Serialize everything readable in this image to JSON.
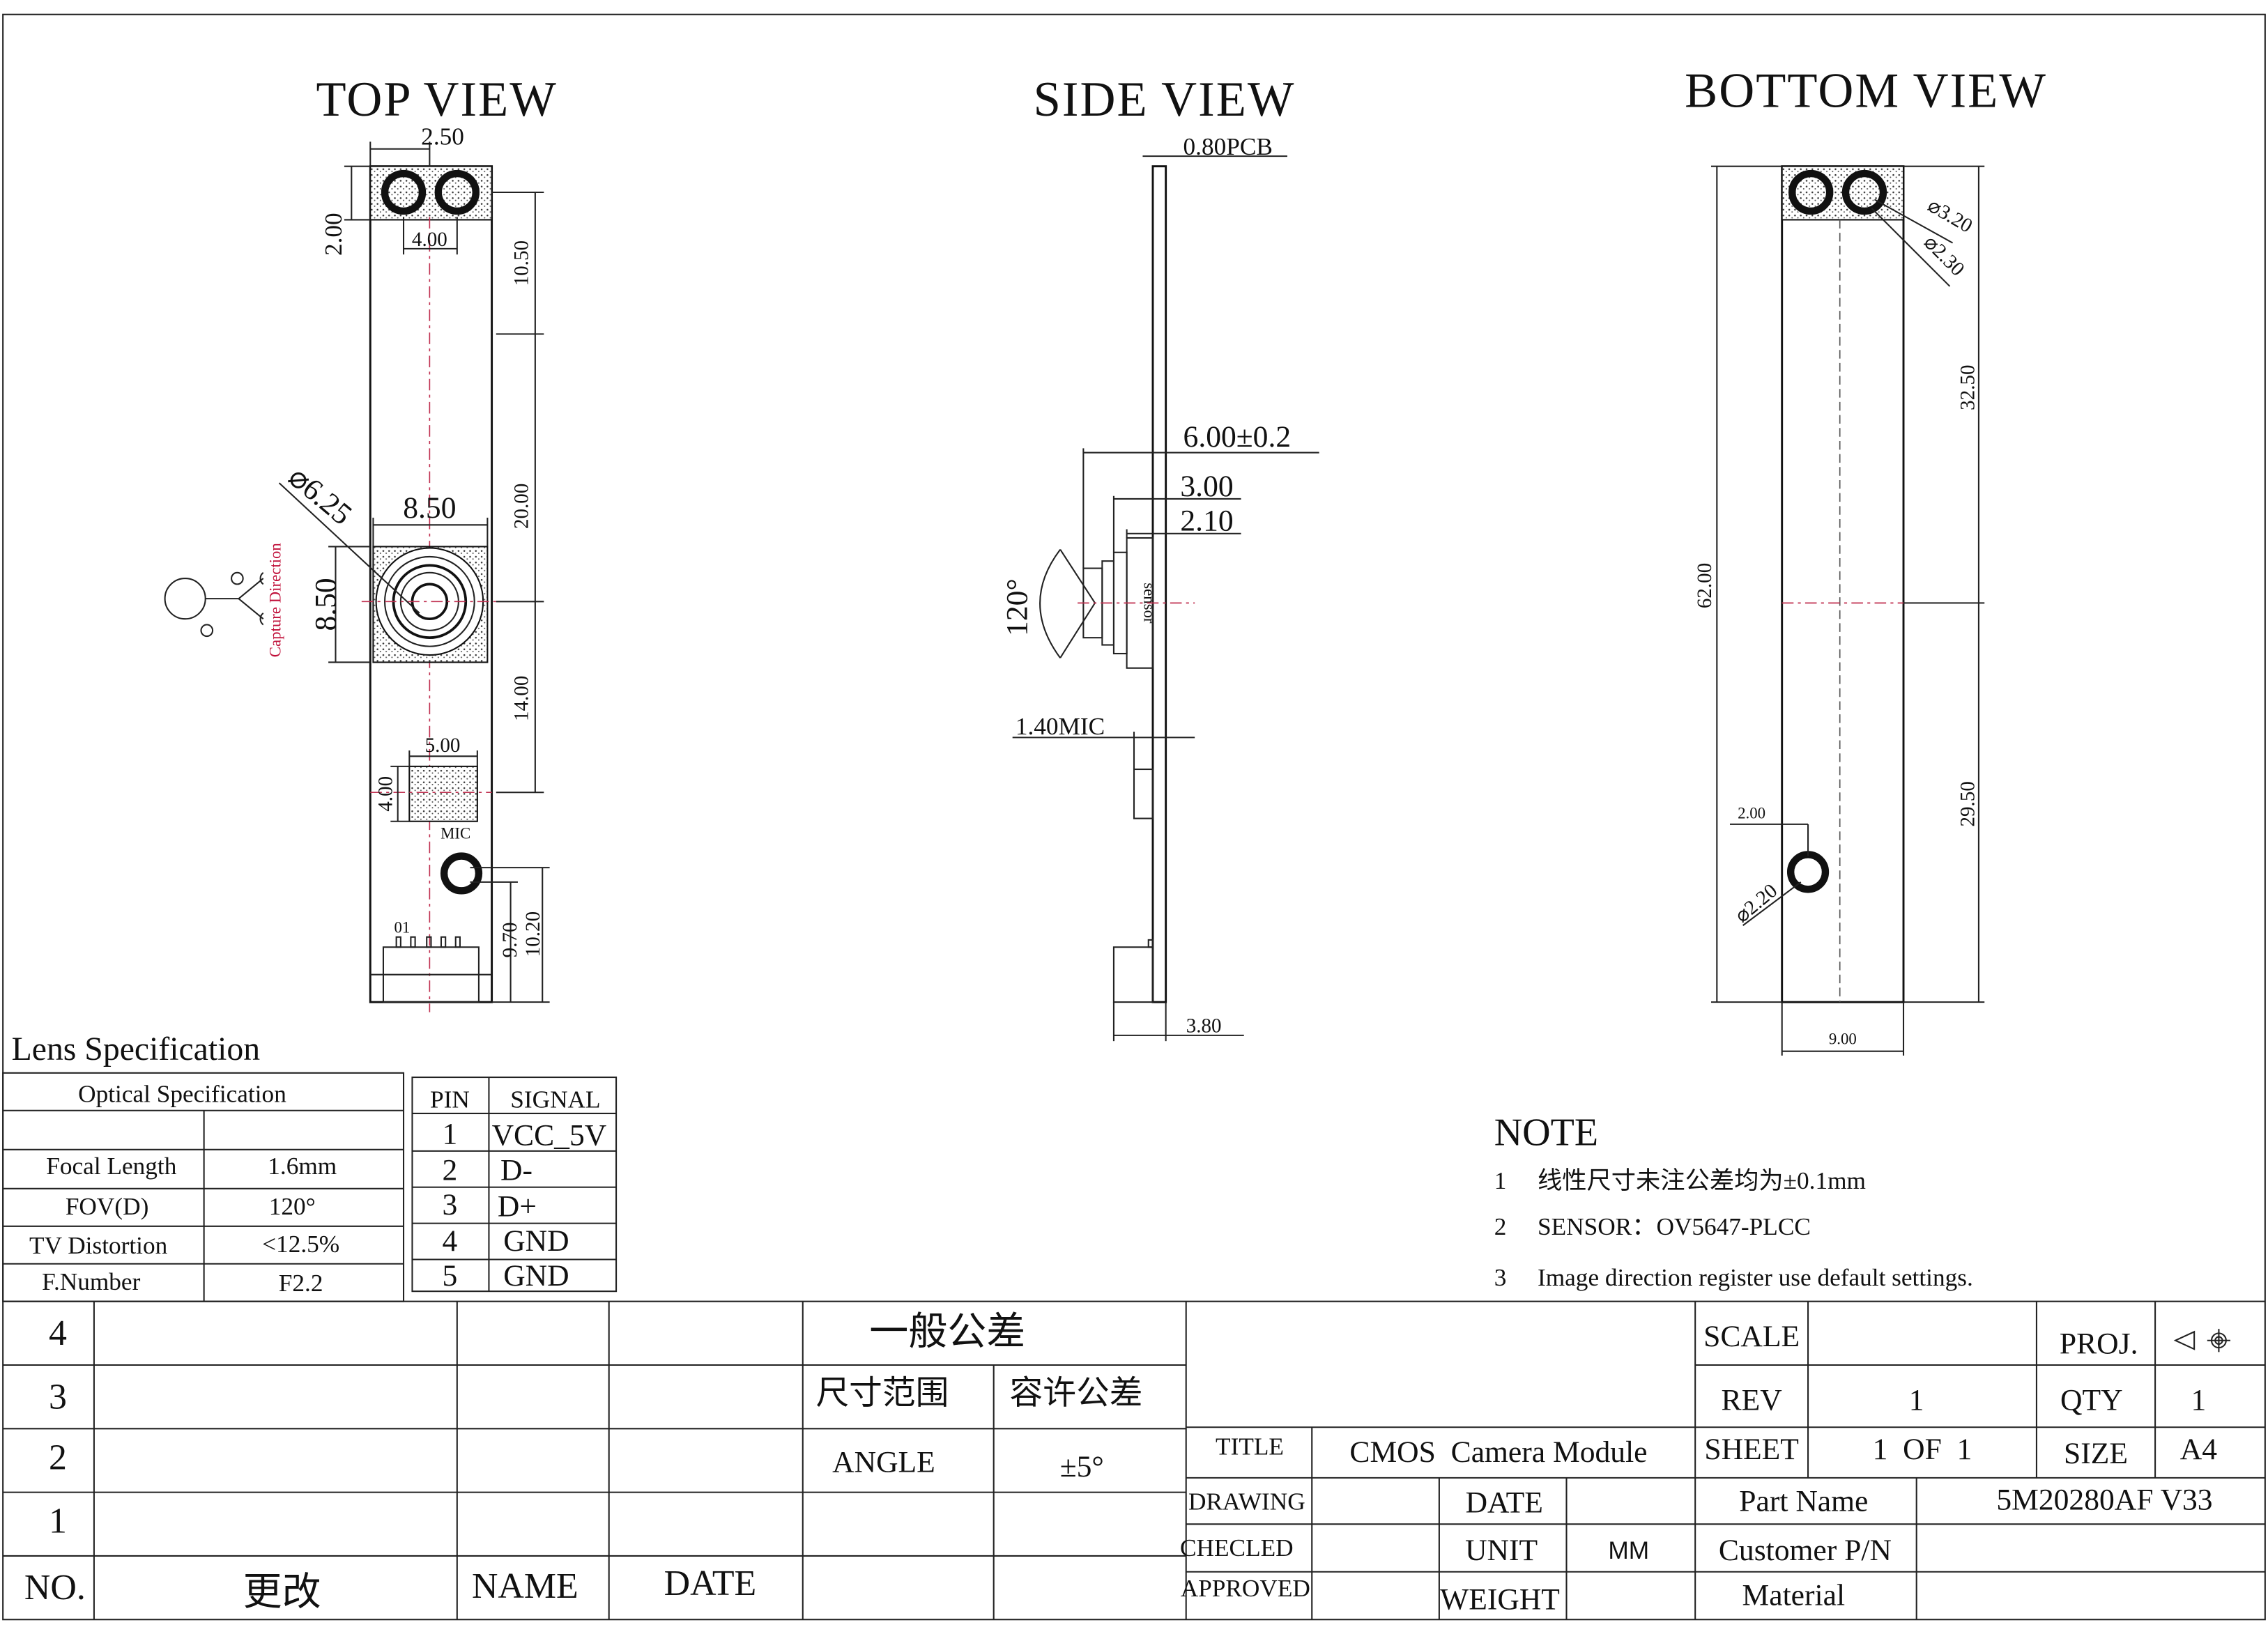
{
  "views": {
    "top": {
      "title": "TOP VIEW",
      "dims": {
        "hole_pitch": "2.50",
        "hole_height": "2.00",
        "hole_spacing": "4.00",
        "d_10_50": "10.50",
        "d_20_00": "20.00",
        "d_14_00": "14.00",
        "lens_w": "8.50",
        "lens_h": "8.50",
        "lens_dia": "⌀6.25",
        "mic_w": "5.00",
        "mic_h": "4.00",
        "d_9_70": "9.70",
        "d_10_20": "10.20"
      },
      "mic_label": "MIC",
      "pin1_label": "01",
      "capture_label": "Capture Direction"
    },
    "side": {
      "title": "SIDE VIEW",
      "dims": {
        "pcb": "0.80PCB",
        "lens_total": "6.00±0.2",
        "d_3_00": "3.00",
        "d_2_10": "2.10",
        "fov": "120°",
        "mic": "1.40MIC",
        "conn": "3.80"
      },
      "sensor_label": "sensor"
    },
    "bottom": {
      "title": "BOTTOM VIEW",
      "dims": {
        "hole_big": "⌀3.20",
        "hole_small": "⌀2.30",
        "d_32_50": "32.50",
        "d_62_00": "62.00",
        "d_29_50": "29.50",
        "d_2_00": "2.00",
        "hole_bottom": "⌀2.20",
        "width": "9.00"
      }
    }
  },
  "lens_spec": {
    "title": "Lens Specification",
    "header": "Optical Specification",
    "rows": [
      {
        "label": "Focal Length",
        "value": "1.6mm"
      },
      {
        "label": "FOV(D)",
        "value": "120°"
      },
      {
        "label": "TV Distortion",
        "value": "<12.5%"
      },
      {
        "label": "F.Number",
        "value": "F2.2"
      }
    ]
  },
  "pin_table": {
    "headers": [
      "PIN",
      "SIGNAL"
    ],
    "rows": [
      {
        "pin": "1",
        "signal": "VCC_5V"
      },
      {
        "pin": "2",
        "signal": "D-"
      },
      {
        "pin": "3",
        "signal": "D+"
      },
      {
        "pin": "4",
        "signal": "GND"
      },
      {
        "pin": "5",
        "signal": "GND"
      }
    ]
  },
  "notes": {
    "title": "NOTE",
    "items": [
      {
        "num": "1",
        "text": "线性尺寸未注公差均为±0.1mm"
      },
      {
        "num": "2",
        "text": "SENSOR：OV5647-PLCC"
      },
      {
        "num": "3",
        "text": "Image direction register use default settings."
      }
    ]
  },
  "revision_table": {
    "rows": [
      "4",
      "3",
      "2",
      "1"
    ],
    "footer": {
      "no": "NO.",
      "change": "更改",
      "name": "NAME",
      "date": "DATE"
    },
    "tolerance": {
      "title": "一般公差",
      "range": "尺寸范围",
      "allowed": "容许公差",
      "angle": "ANGLE",
      "angle_tol": "±5°"
    }
  },
  "title_block": {
    "scale_label": "SCALE",
    "scale_value": "",
    "proj_label": "PROJ.",
    "rev_label": "REV",
    "rev_value": "1",
    "qty_label": "QTY",
    "qty_value": "1",
    "title_label": "TITLE",
    "title_value": "CMOS  Camera Module",
    "sheet_label": "SHEET",
    "sheet_value": "1  OF  1",
    "size_label": "SIZE",
    "size_value": "A4",
    "drawing_label": "DRAWING",
    "date_label": "DATE",
    "part_name_label": "Part Name",
    "part_name_value": "5M20280AF V33",
    "checked_label": "CHECLED",
    "unit_label": "UNIT",
    "unit_value": "MM",
    "customer_pn_label": "Customer P/N",
    "approved_label": "APPROVED",
    "weight_label": "WEIGHT",
    "material_label": "Material"
  }
}
